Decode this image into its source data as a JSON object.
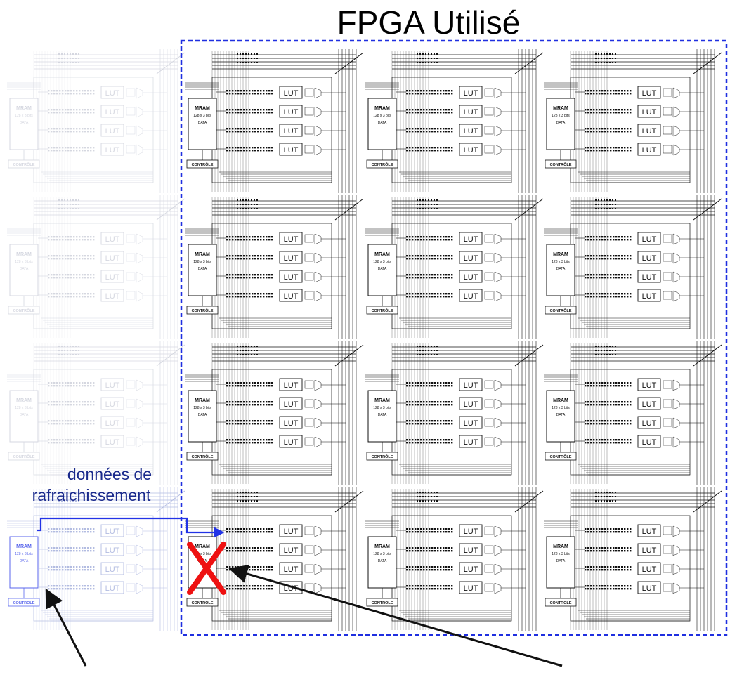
{
  "title": "FPGA Utilisé",
  "refresh_label": [
    "données de",
    "rafraichissement"
  ],
  "tile": {
    "memory_name": "MRAM",
    "memory_size": "128 x 3 bits",
    "memory_data": "DATA",
    "control_label": "CONTRÔLE",
    "lut_label": "LUT",
    "lut_count": 4
  },
  "grid": {
    "used_columns": 3,
    "rows": 4,
    "unused_columns": 1,
    "faulty_tile": {
      "row": 4,
      "col": 1
    },
    "spare_tile": {
      "row": 4,
      "col": 0
    }
  },
  "colors": {
    "border_dashed": "#1f2fe0",
    "refresh_path": "#2233e6",
    "refresh_text": "#1a2a8c",
    "fault_cross": "#ee1111",
    "faded_ink": "#9aa6d8",
    "ink": "#111111"
  }
}
